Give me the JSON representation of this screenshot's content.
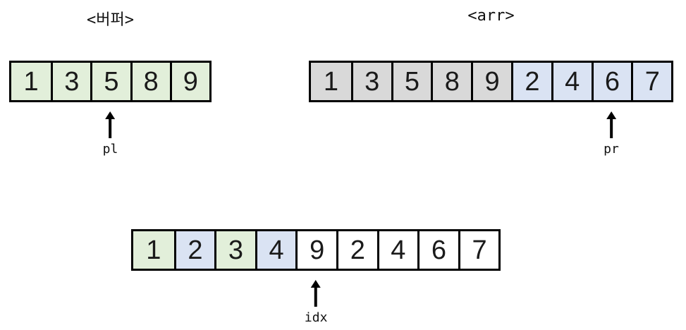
{
  "colors": {
    "green": "#e2efda",
    "blue": "#dae3f3",
    "gray": "#d9d9d9",
    "white": "#ffffff",
    "border": "#000000"
  },
  "buffer": {
    "title": "<버퍼>",
    "cells": [
      {
        "value": "1",
        "color": "green"
      },
      {
        "value": "3",
        "color": "green"
      },
      {
        "value": "5",
        "color": "green"
      },
      {
        "value": "8",
        "color": "green"
      },
      {
        "value": "9",
        "color": "green"
      }
    ],
    "pointer": {
      "label": "pl",
      "index": 2
    }
  },
  "arr": {
    "title": "<arr>",
    "cells": [
      {
        "value": "1",
        "color": "gray"
      },
      {
        "value": "3",
        "color": "gray"
      },
      {
        "value": "5",
        "color": "gray"
      },
      {
        "value": "8",
        "color": "gray"
      },
      {
        "value": "9",
        "color": "gray"
      },
      {
        "value": "2",
        "color": "blue"
      },
      {
        "value": "4",
        "color": "blue"
      },
      {
        "value": "6",
        "color": "blue"
      },
      {
        "value": "7",
        "color": "blue"
      }
    ],
    "pointer": {
      "label": "pr",
      "index": 7
    }
  },
  "merged": {
    "cells": [
      {
        "value": "1",
        "color": "green"
      },
      {
        "value": "2",
        "color": "blue"
      },
      {
        "value": "3",
        "color": "green"
      },
      {
        "value": "4",
        "color": "blue"
      },
      {
        "value": "9",
        "color": "white"
      },
      {
        "value": "2",
        "color": "white"
      },
      {
        "value": "4",
        "color": "white"
      },
      {
        "value": "6",
        "color": "white"
      },
      {
        "value": "7",
        "color": "white"
      }
    ],
    "pointer": {
      "label": "idx",
      "index": 4
    }
  }
}
